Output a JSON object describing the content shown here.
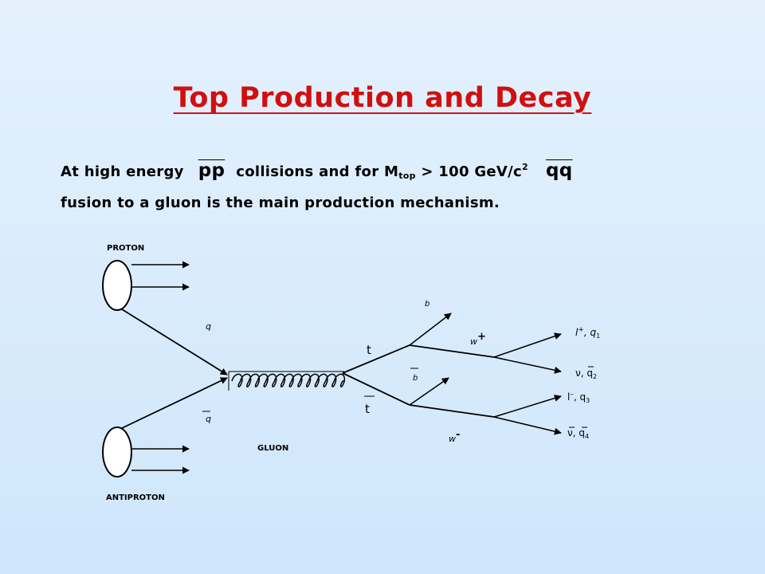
{
  "slide": {
    "title": "Top Production and Decay",
    "line1_prefix": "At high energy",
    "line1_pp": "pp",
    "line1_middle": "collisions and for M",
    "line1_mass_sub": "top",
    "line1_threshold": " > 100 GeV/c",
    "line1_power": "2",
    "line1_qq": "qq",
    "line2": "fusion to a gluon is the main production mechanism."
  },
  "diagram": {
    "proton": "PROTON",
    "antiproton": "ANTIPROTON",
    "gluon": "GLUON",
    "quark": "q",
    "antiquark": "q",
    "top": "t",
    "antitop": "t",
    "b": "b",
    "bbar": "b",
    "w_plus_base": "w",
    "w_plus_sign": "+",
    "w_minus_base": "w",
    "w_minus_sign": "-",
    "wplus_decay_1": "l",
    "wplus_decay_1_sup": "+",
    "wplus_decay_1_rest": ", q",
    "wplus_decay_1_sub": "1",
    "wplus_decay_2_nu": "ν",
    "wplus_decay_2_rest": ", q",
    "wplus_decay_2_sub": "2",
    "wminus_decay_1": "l",
    "wminus_decay_1_sup": "–",
    "wminus_decay_1_rest": ", q",
    "wminus_decay_1_sub": "3",
    "wminus_decay_2_nu": "ν",
    "wminus_decay_2_rest": ", q",
    "wminus_decay_2_sub": "4"
  },
  "colors": {
    "title": "#d10f0f",
    "text": "#000000",
    "background_top": "#e4f1fd",
    "background_bottom": "#cfe6fb"
  }
}
